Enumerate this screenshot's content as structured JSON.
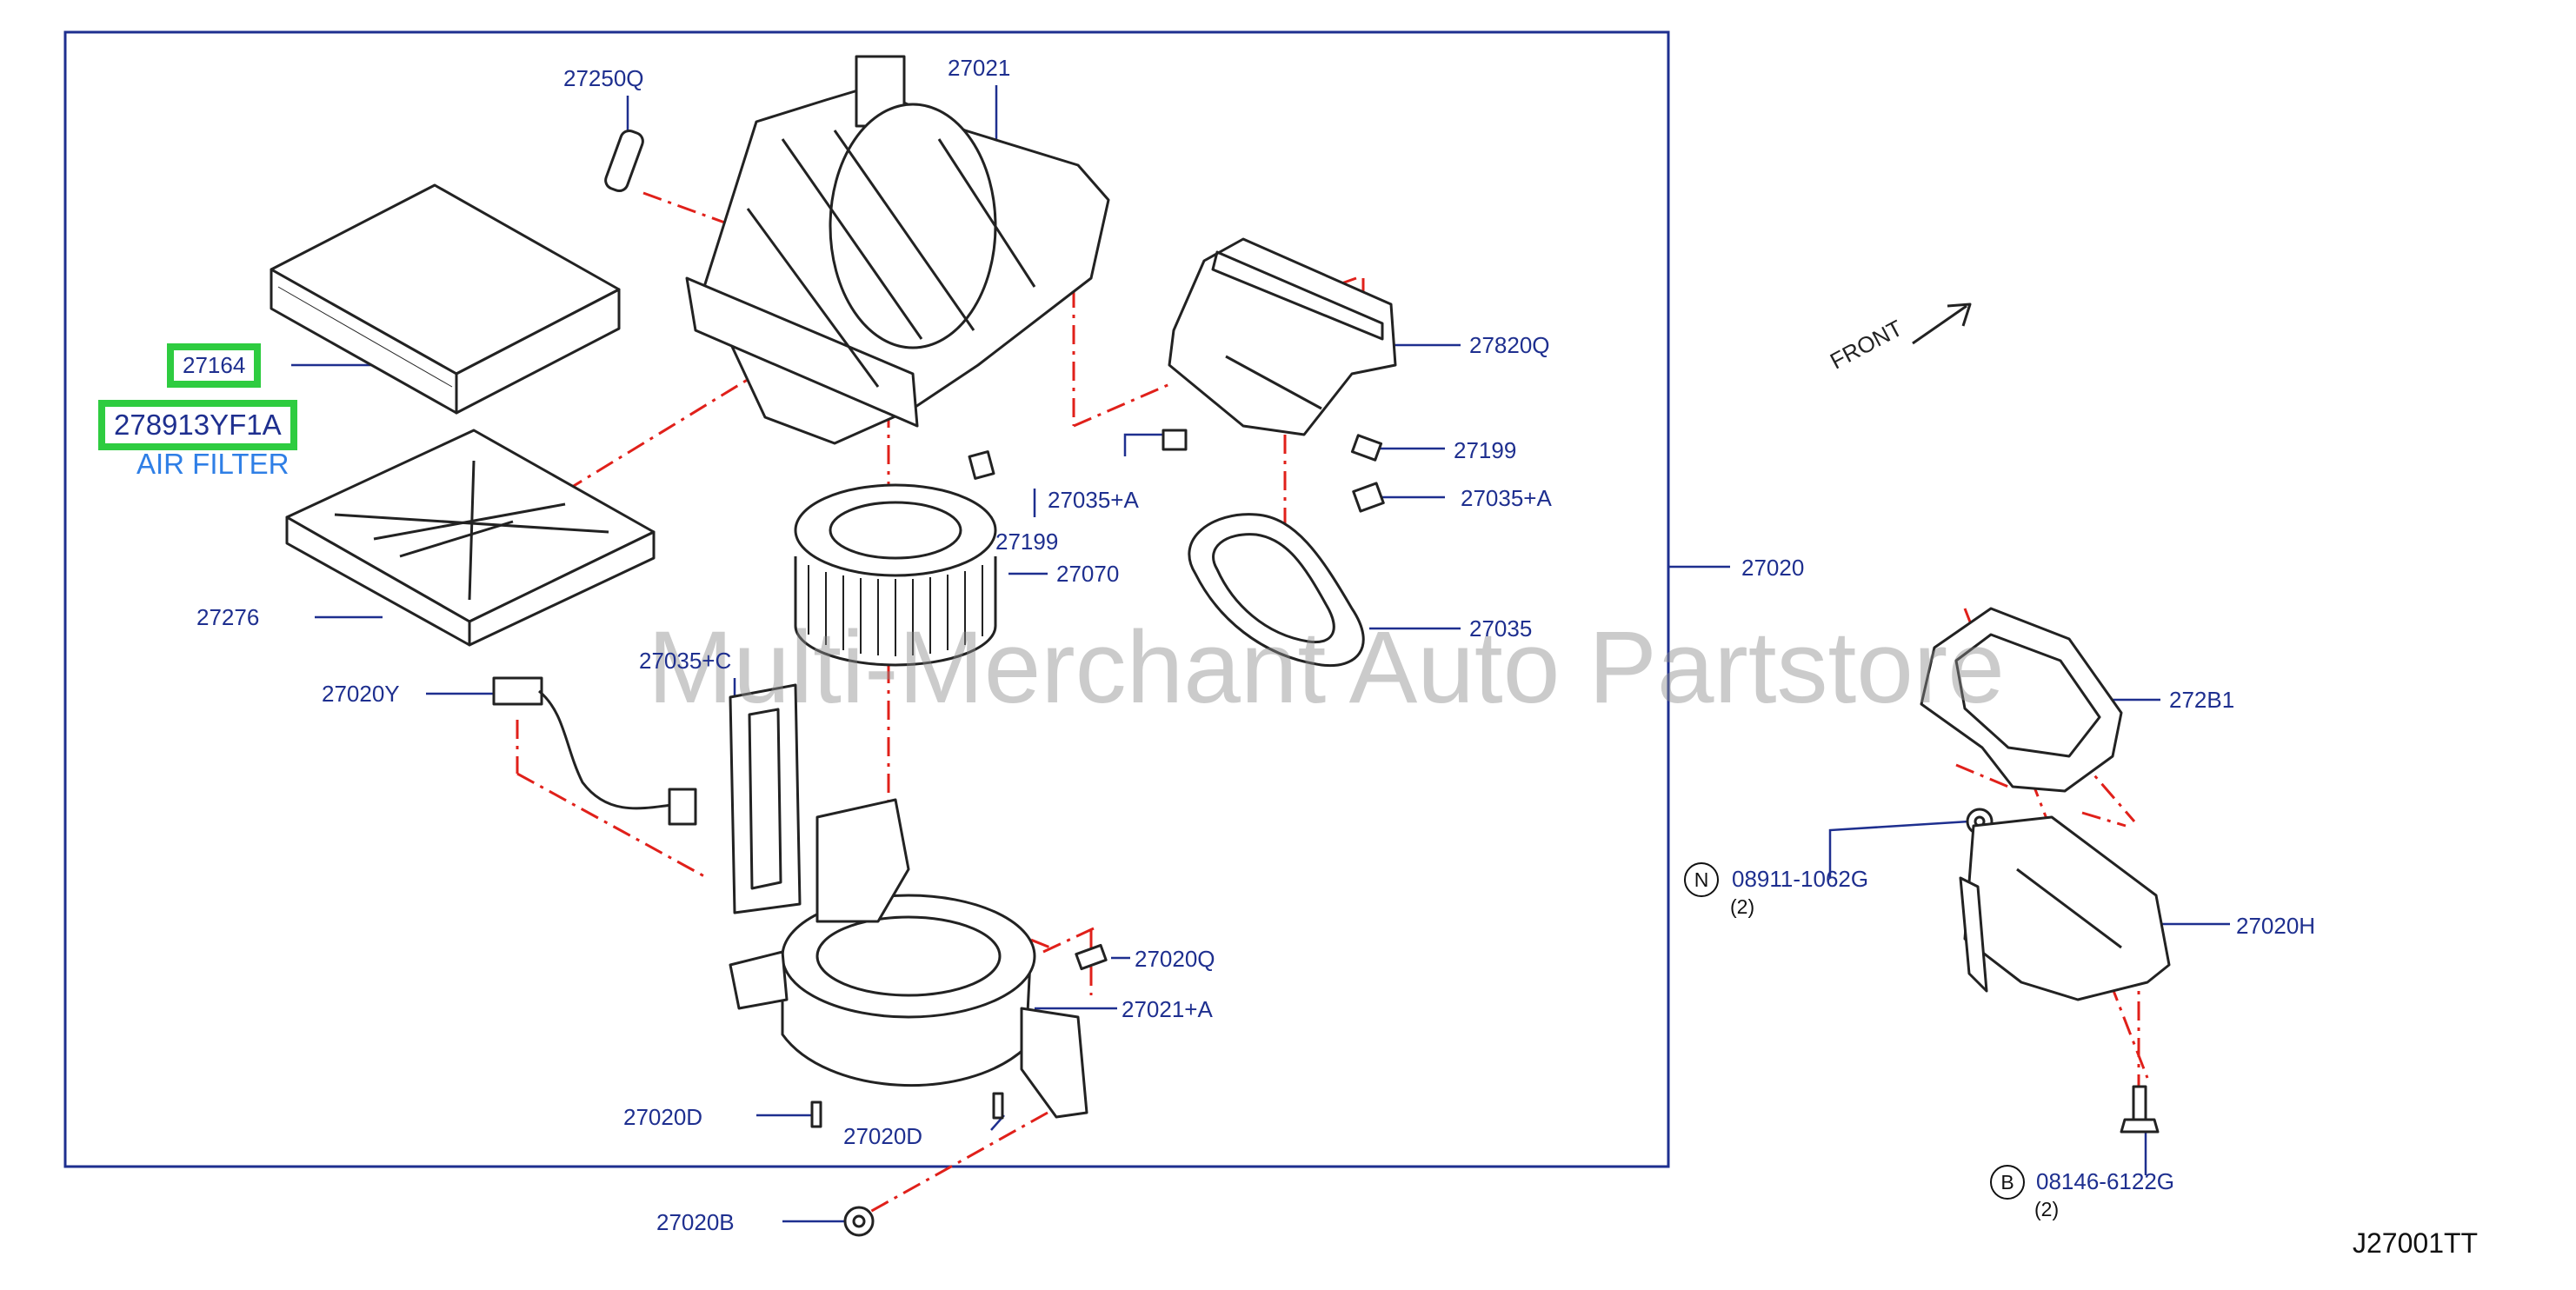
{
  "diagram": {
    "highlight_color": "#2ecc40",
    "label_color": "#1e2f8f",
    "leader_color": "#1e2f8f",
    "explode_line_color": "#e0201a",
    "drawing_color": "#222222",
    "watermark": "Multi-Merchant Auto Partstore",
    "front_label": "FRONT",
    "diagram_code": "J27001TT",
    "highlighted": {
      "part_27164": "27164",
      "part_filter": "278913YF1A",
      "filter_note": "AIR FILTER"
    },
    "labels": {
      "p27250Q": "27250Q",
      "p27021": "27021",
      "p27820Q": "27820Q",
      "p27199a": "27199",
      "p27035A_top": "27035+A",
      "p27035A_right": "27035+A",
      "p27199b": "27199",
      "p27070": "27070",
      "p27035": "27035",
      "p27020": "27020",
      "p27276": "27276",
      "p27020Y": "27020Y",
      "p27035C": "27035+C",
      "p27020Q": "27020Q",
      "p27021A": "27021+A",
      "p27020D_left": "27020D",
      "p27020D_right": "27020D",
      "p27020B": "27020B",
      "p272B1": "272B1",
      "p27020H": "27020H",
      "p08911": "08911-1062G",
      "p08146": "08146-6122G"
    },
    "quantities": {
      "q08911": "(2)",
      "q08146": "(2)"
    },
    "callout_symbols": {
      "nut_symbol": "N",
      "bolt_symbol": "B"
    }
  }
}
